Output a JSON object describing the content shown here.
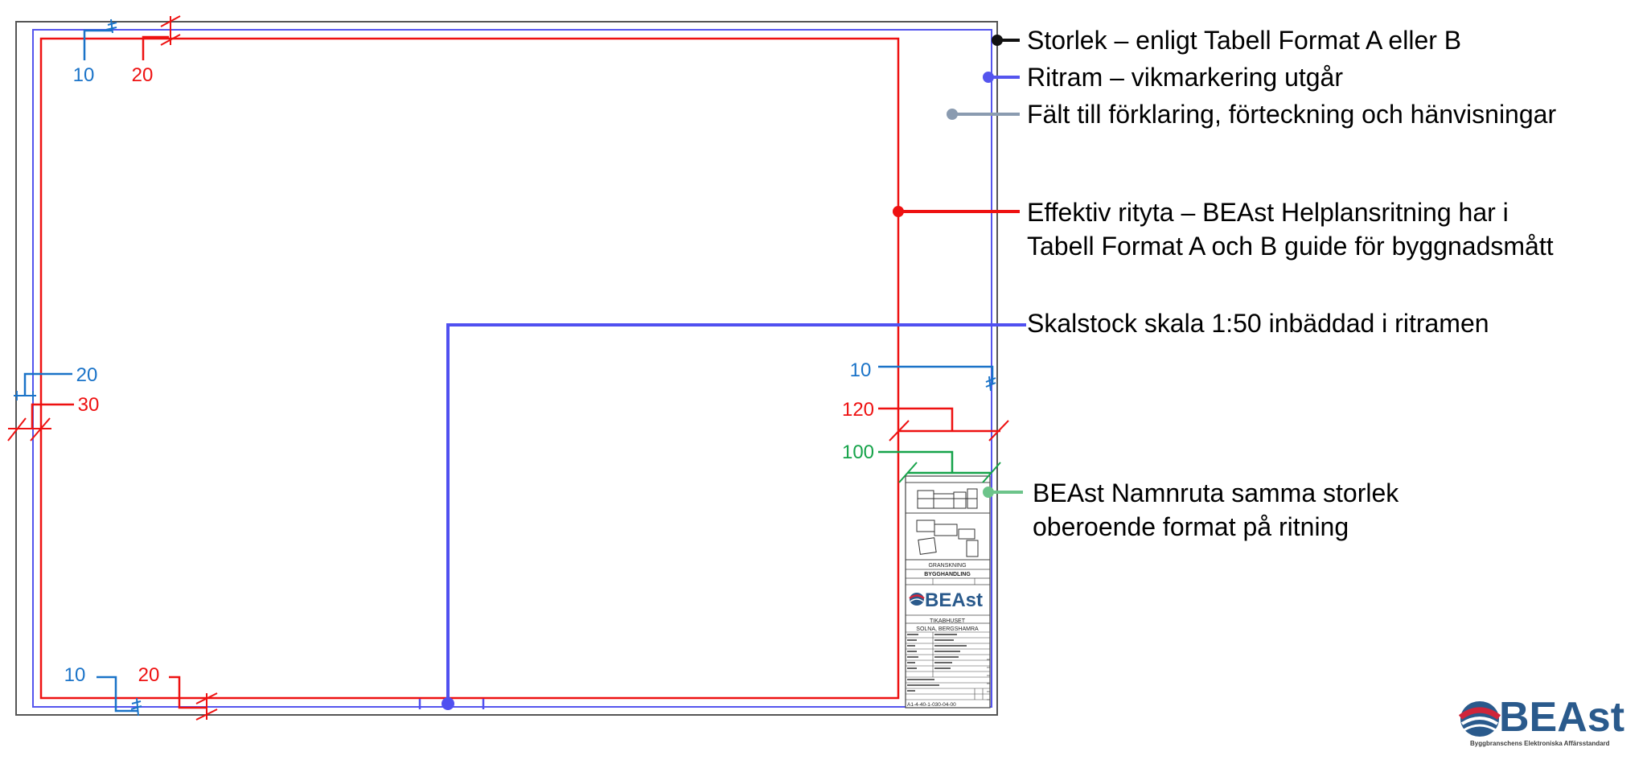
{
  "colors": {
    "outer_frame": "#555555",
    "ritram": "#5555ee",
    "effective": "#ee1111",
    "dim_blue": "#1a73c8",
    "dim_green": "#16a34a",
    "skalstock": "#5050f0",
    "legend_black": "#111111",
    "legend_grey": "#8a9bb0",
    "legend_namnruta": "#6cc48a",
    "logo_blue": "#2a5a8c",
    "logo_red": "#d0253a"
  },
  "dimensions": {
    "top_left_blue": "10",
    "top_left_red": "20",
    "left_blue": "20",
    "left_red": "30",
    "bottom_blue": "10",
    "bottom_red": "20",
    "right_blue": "10",
    "right_red": "120",
    "right_green": "100"
  },
  "legend": {
    "storlek": "Storlek – enligt Tabell Format A eller B",
    "ritram": "Ritram – vikmarkering utgår",
    "falt": "Fält till förklaring, förteckning och hänvisningar",
    "effektiv_line1": "Effektiv rityta – BEAst Helplansritning har i",
    "effektiv_line2": "Tabell Format A och B guide för byggnadsmått",
    "skalstock": "Skalstock skala 1:50 inbäddad i ritramen",
    "namnruta_line1": "BEAst Namnruta samma storlek",
    "namnruta_line2": "oberoende format på ritning"
  },
  "title_block": {
    "status1": "GRANSKNING",
    "status2": "BYGGHANDLING",
    "logo": "BEAst",
    "project1": "TIKABHUSET",
    "project2": "SOLNA, BERGSHAMRA",
    "number": "A1-4-40-1-030-04-00"
  },
  "logo": {
    "word": "BEAst",
    "subtitle": "Byggbranschens Elektroniska Affärsstandard"
  }
}
